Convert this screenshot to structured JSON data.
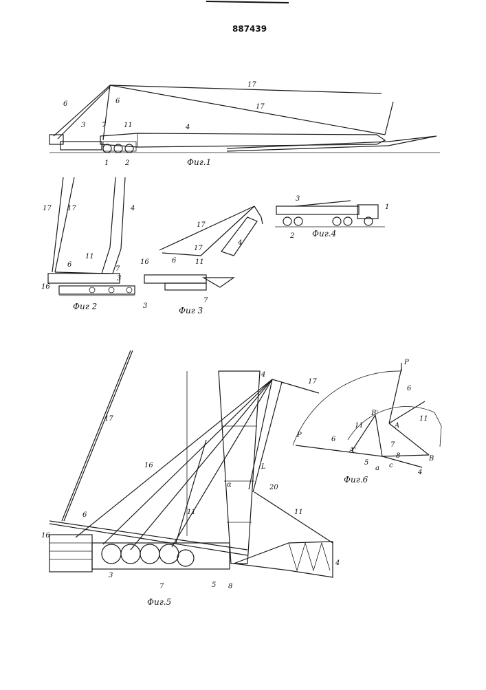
{
  "patent_number": "887439",
  "figures": {
    "fig1": {
      "caption": "Фиг.1",
      "labels": {
        "boom_small": "6",
        "mast": "6",
        "cable_upper": "17",
        "cable_lower": "17",
        "n3": "3",
        "n7": "7",
        "n11": "11",
        "boom": "4",
        "n1": "1",
        "n2": "2"
      }
    },
    "fig2": {
      "caption": "Фиг 2",
      "labels": {
        "c17a": "17",
        "c17b": "17",
        "boom": "4",
        "n11": "11",
        "n6": "6",
        "n16": "16",
        "n7": "7",
        "n3": "3"
      }
    },
    "fig3": {
      "caption": "Фиг 3",
      "labels": {
        "c17a": "17",
        "c17b": "17",
        "boom": "4",
        "n16": "16",
        "n6": "6",
        "n11": "11",
        "n3": "3",
        "n7": "7"
      }
    },
    "fig4": {
      "caption": "Фиг.4",
      "labels": {
        "n3": "3",
        "n1": "1",
        "n2": "2"
      }
    },
    "fig5": {
      "caption": "Фиг.5",
      "labels": {
        "c17": "17",
        "n4top": "4",
        "c17b": "17",
        "n16": "16",
        "L": "L",
        "alpha": "α",
        "n20": "20",
        "n11a": "11",
        "n11b": "11",
        "n6": "6",
        "n16b": "16",
        "n3": "3",
        "n7": "7",
        "n5": "5",
        "n8": "8",
        "n4right": "4"
      }
    },
    "fig6": {
      "caption": "Фиг.6",
      "labels": {
        "P_top": "P",
        "n6top": "6",
        "Bp": "B'",
        "n11a": "11",
        "A": "A",
        "n11b": "11",
        "P_left": "P",
        "n6left": "6",
        "Ap": "A'",
        "n7": "7",
        "n5": "5",
        "n8": "8",
        "a": "a",
        "c": "c",
        "B": "B",
        "n4": "4"
      }
    }
  }
}
